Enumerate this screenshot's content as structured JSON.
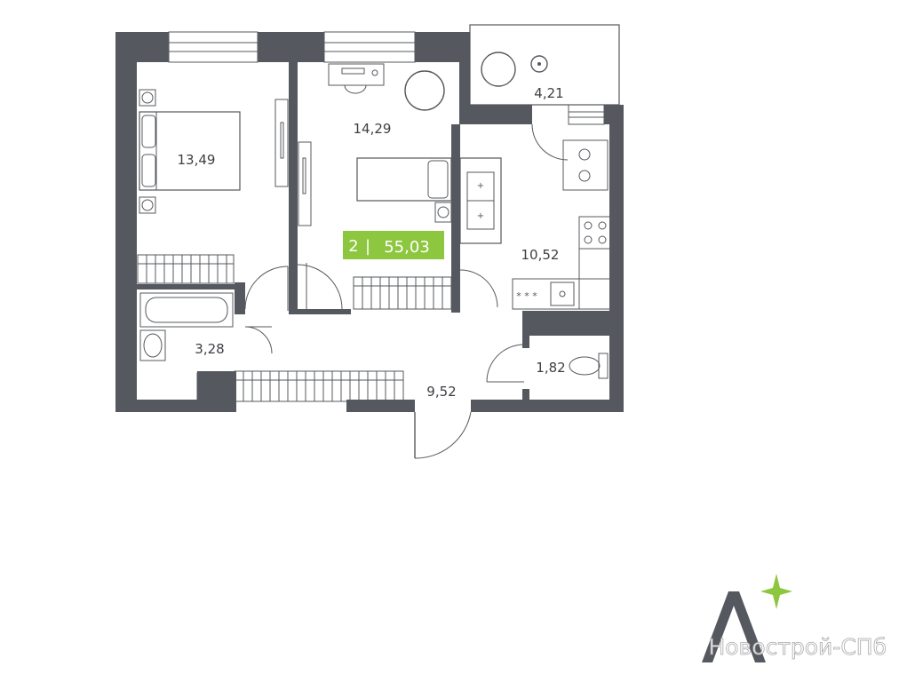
{
  "rooms": {
    "bedroom_1": "13,49",
    "bedroom_2": "14,29",
    "balcony": "4,21",
    "kitchen": "10,52",
    "bathroom": "3,28",
    "hall": "9,52",
    "toilet": "1,82"
  },
  "badge": {
    "rooms": "2",
    "separator": "|",
    "total_area": "55,03",
    "color": "#8dc63f"
  },
  "brand": {
    "logo_letter": "A",
    "star_color": "#8dc63f",
    "wall_color": "#55585e"
  },
  "watermark": "Новострой-СПб"
}
